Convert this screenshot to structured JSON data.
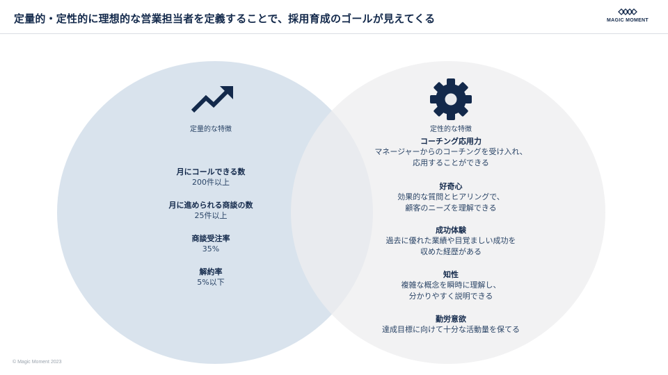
{
  "header": {
    "title": "定量的・定性的に理想的な営業担当者を定義することで、採用育成のゴールが見えてくる",
    "logo_text": "MAGIC MOMENT"
  },
  "left": {
    "icon": "trending-up-icon",
    "label": "定量的な特徴",
    "items": [
      {
        "head": "月にコールできる数",
        "body": "200件以上"
      },
      {
        "head": "月に進められる商談の数",
        "body": "25件以上"
      },
      {
        "head": "商談受注率",
        "body": "35%"
      },
      {
        "head": "解約率",
        "body": "5%以下"
      }
    ]
  },
  "right": {
    "icon": "gear-icon",
    "label": "定性的な特徴",
    "items": [
      {
        "head": "コーチング応用力",
        "body1": "マネージャーからのコーチングを受け入れ、",
        "body2": "応用することができる"
      },
      {
        "head": "好奇心",
        "body1": "効果的な質問とヒアリングで、",
        "body2": "顧客のニーズを理解できる"
      },
      {
        "head": "成功体験",
        "body1": "過去に優れた業績や目覚ましい成功を",
        "body2": "収めた経歴がある"
      },
      {
        "head": "知性",
        "body1": "複雑な概念を瞬時に理解し、",
        "body2": "分かりやすく説明できる"
      },
      {
        "head": "勤労意欲",
        "body1": "達成目標に向けて十分な活動量を保てる",
        "body2": ""
      }
    ]
  },
  "footer": {
    "copyright": "© Magic Moment 2023"
  },
  "colors": {
    "navy": "#13294b",
    "left_circle": "#d6e1ec",
    "right_circle": "#ededef"
  }
}
